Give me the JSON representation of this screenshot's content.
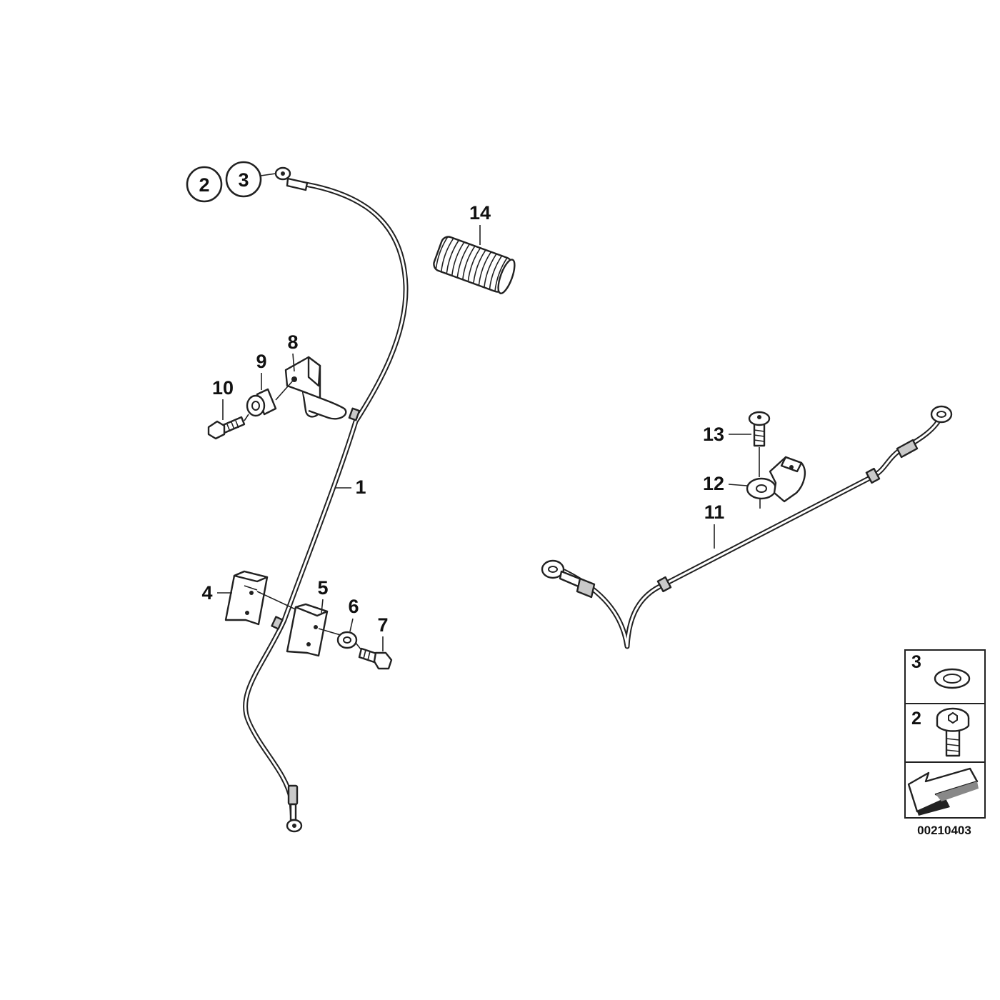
{
  "callouts": {
    "c1": "1",
    "c2": "2",
    "c3": "3",
    "c4": "4",
    "c5": "5",
    "c6": "6",
    "c7": "7",
    "c8": "8",
    "c9": "9",
    "c10": "10",
    "c11": "11",
    "c12": "12",
    "c13": "13",
    "c14": "14"
  },
  "legend": {
    "item_top": "3",
    "item_middle": "2"
  },
  "document_number": "00210403"
}
